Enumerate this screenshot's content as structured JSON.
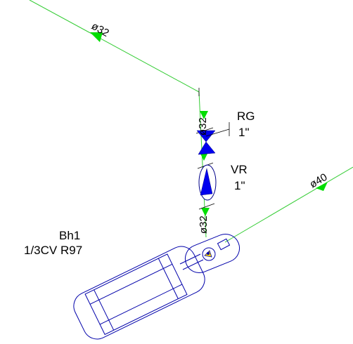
{
  "diagram": {
    "colors": {
      "pipe": "#33cc33",
      "arrow": "#00dd00",
      "valve": "#0000ee",
      "outline": "#0000aa",
      "marker": "#ffdd00",
      "text": "#000000"
    },
    "pipe_labels": {
      "top_diameter": "ø32",
      "riser_upper_diameter": "ø32",
      "riser_lower_diameter": "ø32",
      "branch_diameter": "ø40"
    },
    "valves": {
      "rg": {
        "code": "RG",
        "size": "1\""
      },
      "vr": {
        "code": "VR",
        "size": "1\""
      }
    },
    "equipment": {
      "tag": "Bh1",
      "spec": "1/3CV R97"
    }
  }
}
